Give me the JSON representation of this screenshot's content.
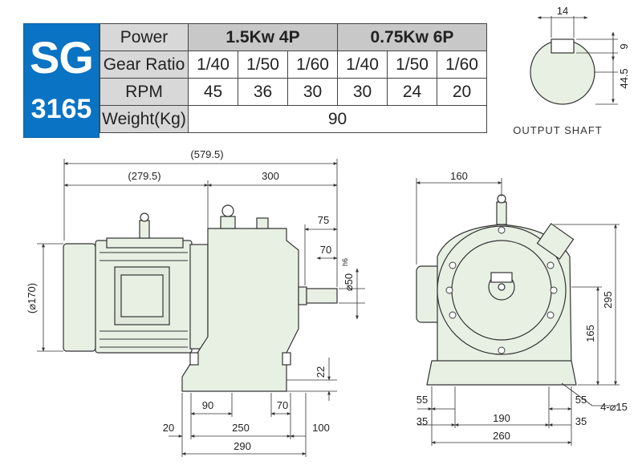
{
  "badge": {
    "model": "SG",
    "number": "3165"
  },
  "spec": {
    "power_label": "Power",
    "power_4p": "1.5Kw 4P",
    "power_6p": "0.75Kw 6P",
    "ratio_label": "Gear Ratio",
    "ratios": [
      "1/40",
      "1/50",
      "1/60",
      "1/40",
      "1/50",
      "1/60"
    ],
    "rpm_label": "RPM",
    "rpms": [
      "45",
      "36",
      "30",
      "30",
      "24",
      "20"
    ],
    "weight_label": "Weight(Kg)",
    "weight": "90"
  },
  "shaft": {
    "caption": "OUTPUT SHAFT",
    "key_width": "14",
    "key_depth": "9",
    "height": "44.5"
  },
  "side_view": {
    "total": "(579.5)",
    "motor": "(279.5)",
    "reducer": "300",
    "d75": "75",
    "d70_top": "70",
    "shaft_dia": "⌀50",
    "shaft_tol": "h6",
    "motor_dia": "(⌀170)",
    "d22": "22",
    "d90": "90",
    "d70_bottom": "70",
    "d20": "20",
    "d250": "250",
    "d100": "100",
    "d290": "290"
  },
  "front_view": {
    "d160": "160",
    "d295": "295",
    "d165": "165",
    "d55_left": "55",
    "d55_right": "55",
    "holes": "4-⌀15",
    "d35_left": "35",
    "d190": "190",
    "d35_right": "35",
    "d260": "260"
  },
  "colors": {
    "badge": "#0a73c4",
    "body_fill": "#e8f0e4",
    "header_fill": "#c8c8c8"
  }
}
